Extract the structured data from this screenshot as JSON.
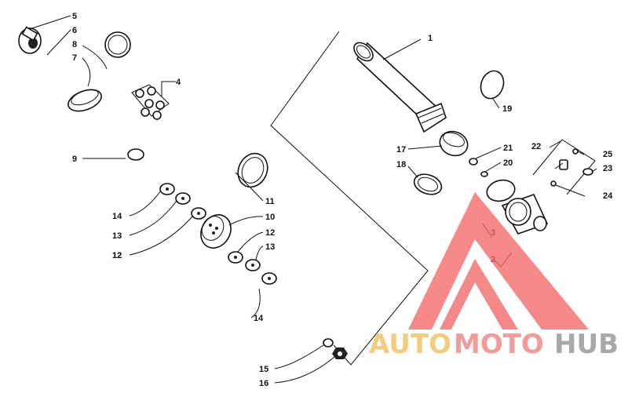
{
  "callouts": [
    "1",
    "2",
    "3",
    "4",
    "5",
    "6",
    "7",
    "8",
    "9",
    "10",
    "11",
    "12",
    "12",
    "12",
    "13",
    "13",
    "14",
    "14",
    "15",
    "16",
    "17",
    "18",
    "19",
    "20",
    "21",
    "22",
    "23",
    "24",
    "25"
  ],
  "watermark": {
    "part1": "AUTO",
    "part2": "MOTO",
    "part3": "HUB",
    "colors": {
      "auto": "#f3c46a",
      "moto": "#f08a8a",
      "hub": "#9a9a9a",
      "logo": "#f26b6b"
    }
  }
}
